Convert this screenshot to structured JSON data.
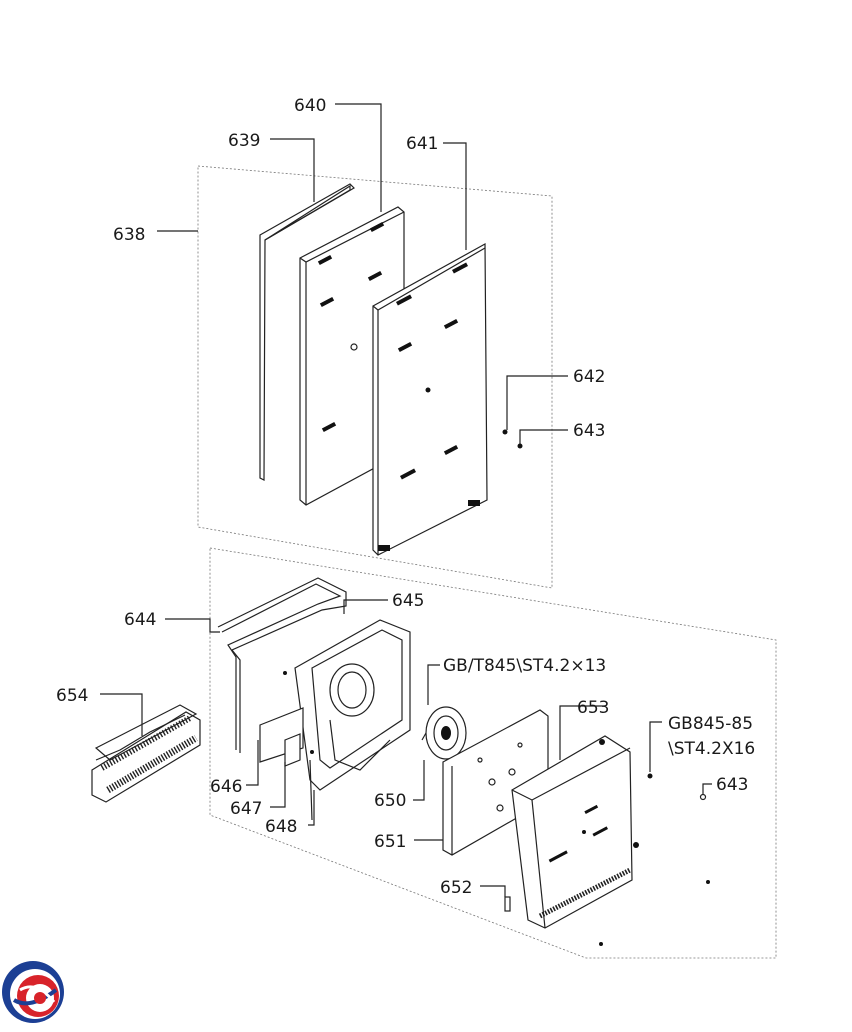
{
  "labels": {
    "p638": "638",
    "p639": "639",
    "p640": "640",
    "p641": "641",
    "p642": "642",
    "p643a": "643",
    "p644": "644",
    "p645": "645",
    "screw_gbt_line1": "GB/T845\\ST4.2×13",
    "p653": "653",
    "screw_gb_line1": "GB845-85",
    "screw_gb_line2": "\\ST4.2X16",
    "p643b": "643",
    "p654": "654",
    "p646": "646",
    "p647": "647",
    "p648": "648",
    "p650": "650",
    "p651": "651",
    "p652": "652"
  },
  "logo": {
    "icon": "brand-logo-icon",
    "colors": {
      "red": "#d8232a",
      "blue": "#1c3f94"
    }
  }
}
